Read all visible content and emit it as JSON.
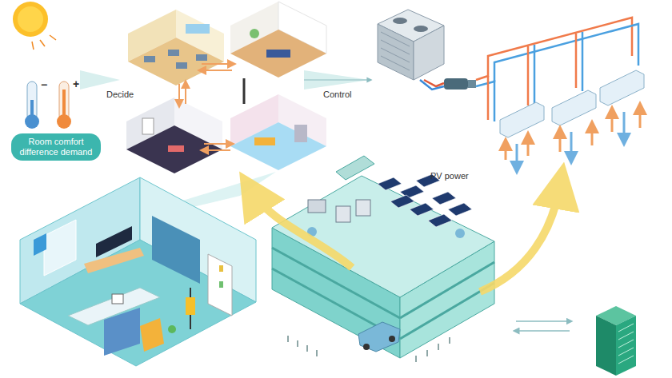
{
  "diagram": {
    "nodes": [
      {
        "text": [
          "Room comfort difference demand"
        ]
      }
    ],
    "labels": [
      "−",
      "+",
      "Decide",
      "Control",
      "PV power"
    ]
  }
}
